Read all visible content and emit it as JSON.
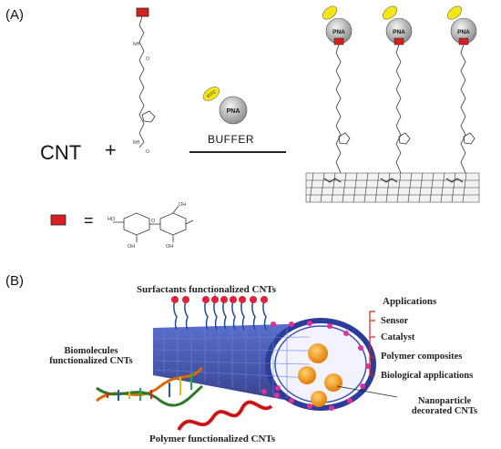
{
  "panel_a": {
    "label": "(A)",
    "cnt": "CNT",
    "plus": "+",
    "equals": "=",
    "pna": "PNA",
    "fitc": "FITC",
    "buffer": "BUFFER",
    "colors": {
      "sugar_box": "#d81f1f",
      "fitc": "#f3e614",
      "pna_ball": "#c9c9c9"
    }
  },
  "panel_b": {
    "label": "(B)",
    "surfactants": "Surfactants functionalized CNTs",
    "biomolecules_line1": "Biomolecules",
    "biomolecules_line2": "functionalized CNTs",
    "polymer": "Polymer functionalized CNTs",
    "nanoparticle_line1": "Nanoparticle",
    "nanoparticle_line2": "decorated CNTs",
    "applications_title": "Applications",
    "applications": [
      "Sensor",
      "Catalyst",
      "Polymer composites",
      "Biological applications"
    ],
    "colors": {
      "tube": "#2a3d9a",
      "node": "#e0309a",
      "particle": "#f39a1e",
      "polymer": "#e02020",
      "surfactant_head": "#e0213a"
    }
  }
}
